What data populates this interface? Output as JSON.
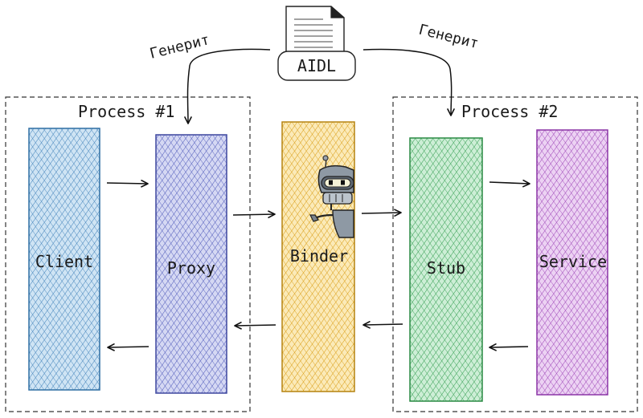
{
  "document": {
    "label": "AIDL"
  },
  "annotations": {
    "generates_left": "Генерит",
    "generates_right": "Генерит"
  },
  "process_boxes": {
    "process1_title": "Process #1",
    "process2_title": "Process #2"
  },
  "components": {
    "client": {
      "label": "Client",
      "color": "#7cb6df"
    },
    "proxy": {
      "label": "Proxy",
      "color": "#8b95dd"
    },
    "binder": {
      "label": "Binder",
      "color": "#f2c84f"
    },
    "stub": {
      "label": "Stub",
      "color": "#6fd08a"
    },
    "service": {
      "label": "Service",
      "color": "#c978de"
    }
  },
  "mascot": {
    "icon": "robot-mascot-icon"
  }
}
